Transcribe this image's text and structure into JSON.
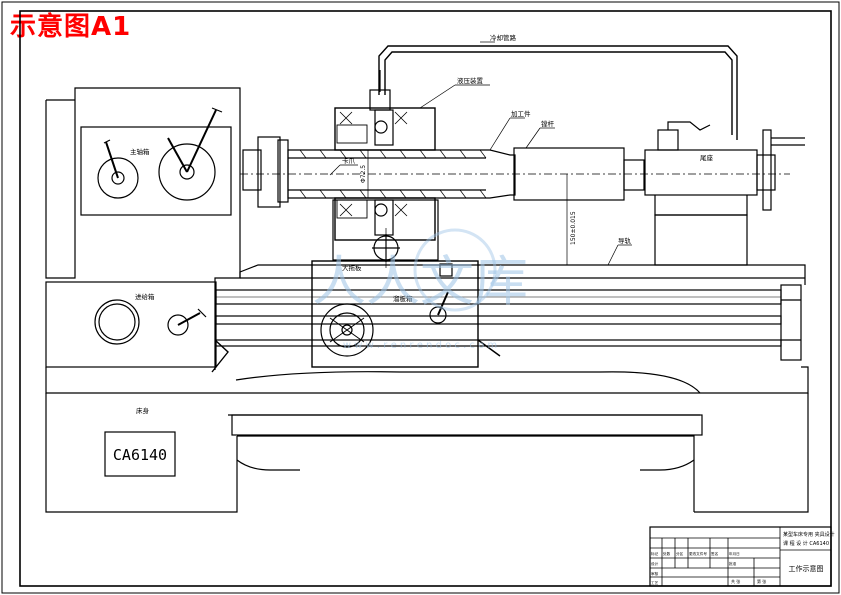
{
  "sheet": {
    "title": "示意图A1"
  },
  "labels": {
    "coolant_pipe": "冷却管路",
    "hydraulic_device": "液压装置",
    "workpiece": "加工件",
    "tool_bar": "镗杆",
    "tailstock": "尾座",
    "headstock": "主轴箱",
    "grip": "卡爪",
    "guide_rail": "导轨",
    "carriage": "大拖板",
    "feed_box": "进给箱",
    "apron": "溜板箱",
    "bed": "床身",
    "model": "CA6140",
    "dim_diameter": "Φ72.5",
    "dim_height": "150±0.015"
  },
  "watermark": {
    "text": "人人文库",
    "url": "w w w . r e n r e n d o c . c o m"
  },
  "title_block": {
    "drawing_title": "工作示意图",
    "project_line1": "某型车床专用 夹具设计",
    "project_line2": "课 程 设 计 CA6140",
    "cells": [
      "标记",
      "处数",
      "分区",
      "更改文件号",
      "签名",
      "年月日",
      "设计",
      "审核",
      "工艺",
      "批准",
      "共 张",
      "第 张"
    ]
  }
}
